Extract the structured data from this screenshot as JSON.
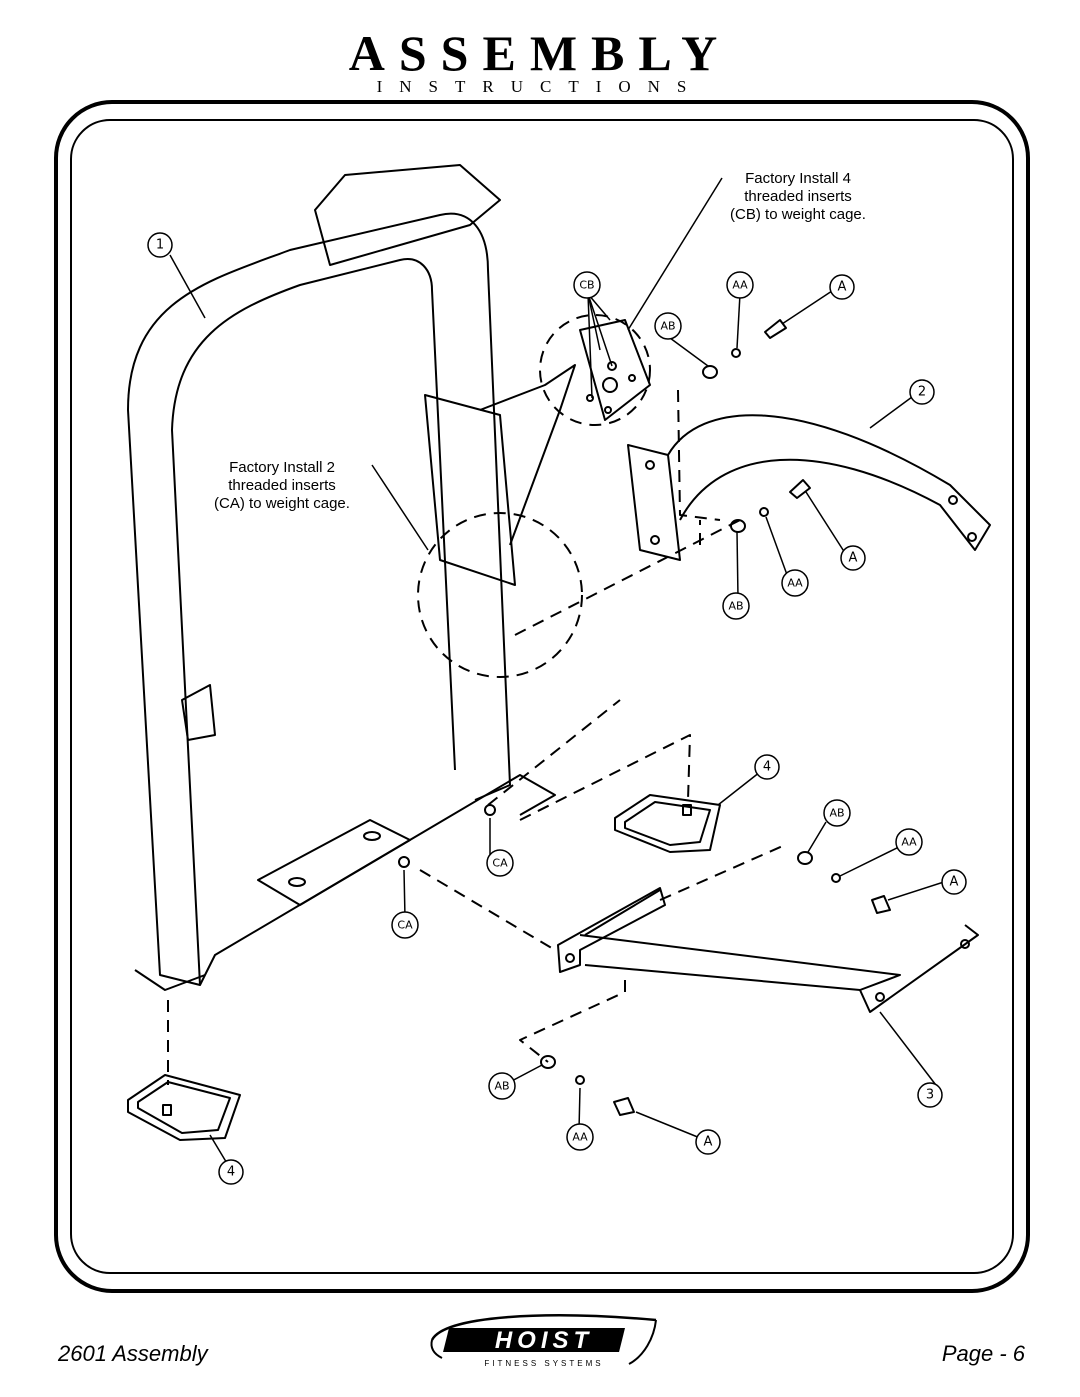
{
  "header": {
    "title": "ASSEMBLY",
    "subtitle": "INSTRUCTIONS"
  },
  "notes": {
    "cb_lines": [
      "Factory Install 4",
      "threaded inserts",
      "(CB) to weight cage."
    ],
    "ca_lines": [
      "Factory Install 2",
      "threaded inserts",
      "(CA) to weight cage."
    ]
  },
  "callouts": {
    "part1": "1",
    "part2": "2",
    "part3": "3",
    "part4": "4",
    "a": "A",
    "aa": "AA",
    "ab": "AB",
    "ca": "CA",
    "cb": "CB"
  },
  "footer": {
    "model": "2601 Assembly",
    "page": "Page - 6"
  },
  "logo": {
    "brand": "HOIST",
    "tagline": "FITNESS SYSTEMS"
  }
}
